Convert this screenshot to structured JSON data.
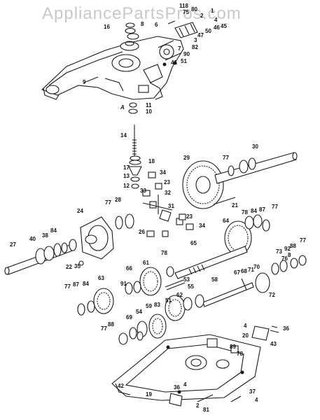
{
  "watermark": "AppliancePartsPros.com",
  "callouts": {
    "l1": "1",
    "l2": "2",
    "l3": "3",
    "l4": "4",
    "l4b": "4",
    "l4c": "4",
    "l6": "6",
    "l7": "7",
    "l8": "8",
    "l8b": "8",
    "l9": "9",
    "l10": "10",
    "l11": "11",
    "l12": "12",
    "l13": "13",
    "l14": "14",
    "l16": "16",
    "l17": "17",
    "l18": "18",
    "l18b": "18",
    "l19": "19",
    "l20": "20",
    "l21": "21",
    "l22": "22",
    "l23": "23",
    "l23b": "23",
    "l24": "24",
    "l26": "26",
    "l27": "27",
    "l28": "28",
    "l29": "29",
    "l30": "30",
    "l31": "31",
    "l32": "32",
    "l33": "33",
    "l34": "34",
    "l34b": "34",
    "l35": "35",
    "l36": "36",
    "l36b": "36",
    "l37": "37",
    "l38": "38",
    "l40": "40",
    "l41": "41",
    "l42": "42",
    "l43": "43",
    "l45": "45",
    "l46": "46",
    "l47": "47",
    "l50": "50",
    "l51": "51",
    "l51b": "51",
    "l53": "53",
    "l54": "54",
    "l55": "55",
    "l58": "58",
    "l59": "59",
    "l61": "61",
    "l62": "62",
    "l63": "63",
    "l64": "64",
    "l65": "65",
    "l66": "66",
    "l67": "67",
    "l68": "68",
    "l69": "69",
    "l70": "70",
    "l71": "71",
    "l72": "72",
    "l73": "73",
    "l75": "75",
    "l76": "76",
    "l77a": "77",
    "l77b": "77",
    "l77c": "77",
    "l77d": "77",
    "l77e": "77",
    "l77f": "77",
    "l77g": "77",
    "l78": "78",
    "l78b": "78",
    "l78c": "78",
    "l80": "80",
    "l81": "81",
    "l82": "82",
    "l83": "83",
    "l84": "84",
    "l84b": "84",
    "l87": "87",
    "l87b": "87",
    "l88": "88",
    "l88b": "88",
    "l89": "89",
    "l90": "90",
    "l91": "91",
    "l92": "92",
    "lA": "A"
  }
}
